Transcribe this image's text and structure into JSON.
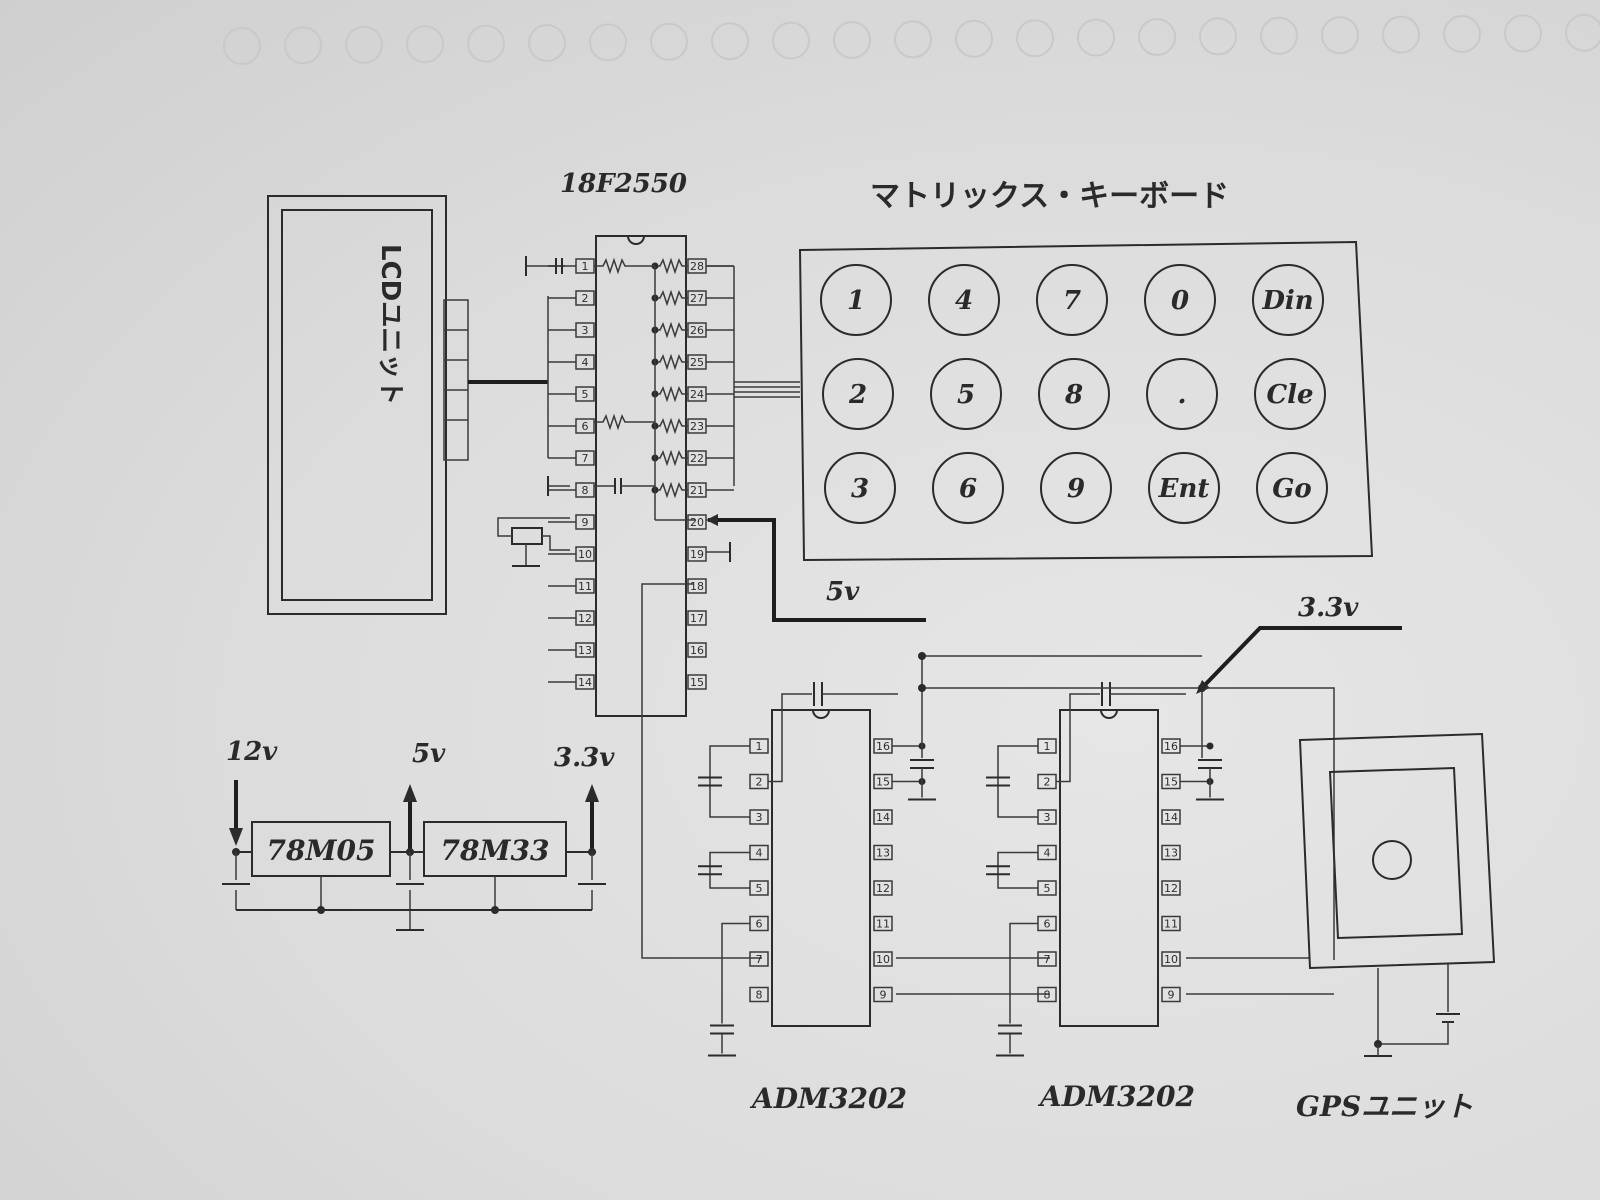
{
  "mcu": {
    "label": "18F2550",
    "pins_left": [
      "1",
      "2",
      "3",
      "4",
      "5",
      "6",
      "7",
      "8",
      "9",
      "10",
      "11",
      "12",
      "13",
      "14"
    ],
    "pins_right": [
      "28",
      "27",
      "26",
      "25",
      "24",
      "23",
      "22",
      "21",
      "20",
      "19",
      "18",
      "17",
      "16",
      "15"
    ]
  },
  "lcd": {
    "label": "LCDユニット"
  },
  "keyboard": {
    "title": "マトリックス・キーボード",
    "keys": [
      [
        "1",
        "4",
        "7",
        "0",
        "Din"
      ],
      [
        "2",
        "5",
        "8",
        ".",
        "Cle"
      ],
      [
        "3",
        "6",
        "9",
        "Ent",
        "Go"
      ]
    ]
  },
  "rails": {
    "v5_label": "5v",
    "v33_label": "3.3v"
  },
  "power": {
    "in12": "12v",
    "out5": "5v",
    "out33": "3.3v",
    "reg1": "78M05",
    "reg2": "78M33"
  },
  "adm": {
    "label": "ADM3202",
    "pins_left": [
      "1",
      "2",
      "3",
      "4",
      "5",
      "6",
      "7",
      "8"
    ],
    "pins_right": [
      "16",
      "15",
      "14",
      "13",
      "12",
      "11",
      "10",
      "9"
    ]
  },
  "adm_labels": [
    "ADM3202",
    "ADM3202"
  ],
  "gps": {
    "label": "GPSユニット"
  }
}
